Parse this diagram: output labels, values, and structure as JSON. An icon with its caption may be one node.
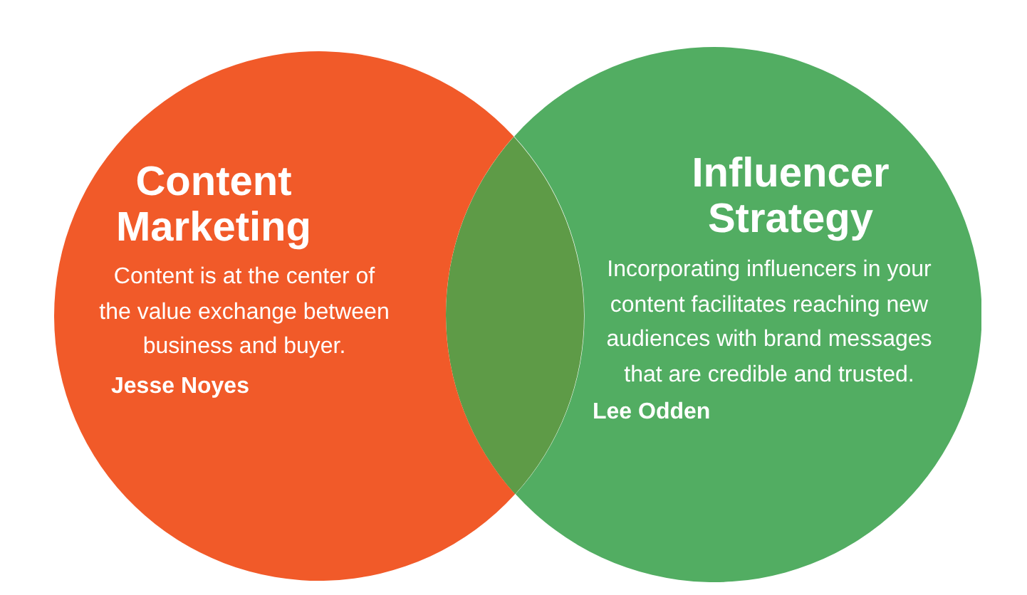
{
  "diagram": {
    "nodes": [
      {
        "text": [
          "Content Marketing",
          "Content is at the center of the value exchange between business and buyer.",
          "Jesse Noyes"
        ]
      },
      {
        "text": [],
        "shape": "lens"
      },
      {
        "text": [
          "Influencer Strategy",
          "Incorporating influencers in your content facilitates reaching new audiences with brand messages that are credible and trusted.",
          "Lee Odden"
        ]
      }
    ]
  }
}
